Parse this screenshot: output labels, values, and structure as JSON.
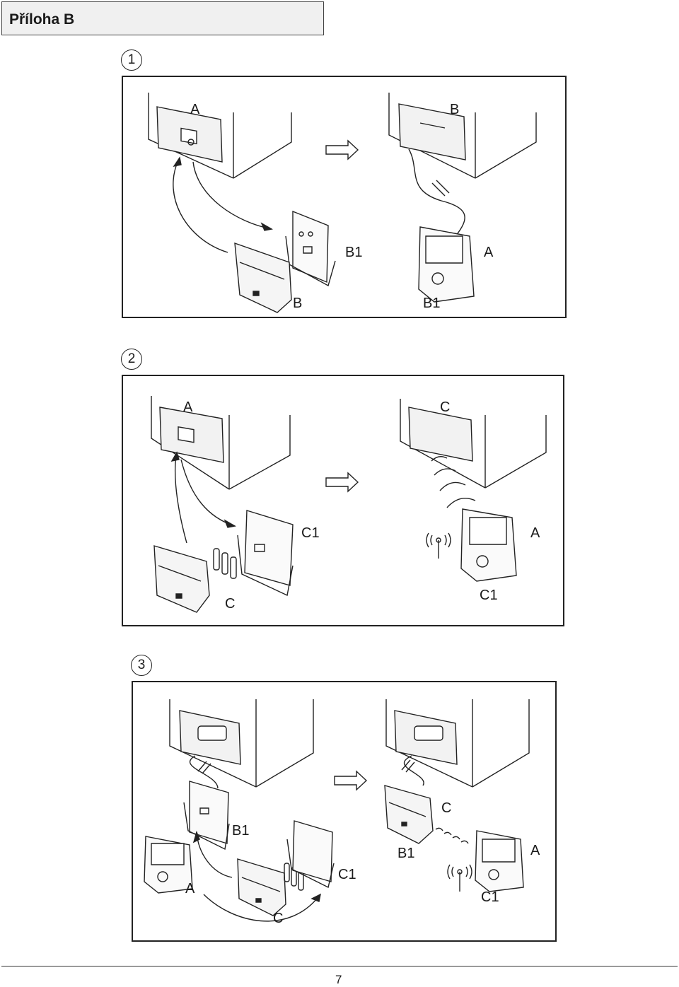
{
  "header": {
    "title": "Příloha B"
  },
  "steps": [
    {
      "number": "1",
      "labels": {
        "a_top": "A",
        "b_top": "B",
        "b1_mid": "B1",
        "a_mid": "A",
        "b_bottom": "B",
        "b1_bottom": "B1"
      }
    },
    {
      "number": "2",
      "labels": {
        "a_top": "A",
        "c_top": "C",
        "c1_mid": "C1",
        "a_mid": "A",
        "c_bottom": "C",
        "c1_bottom": "C1"
      }
    },
    {
      "number": "3",
      "labels": {
        "b1_left": "B1",
        "a_left": "A",
        "c_left": "C",
        "c1_left": "C1",
        "c_right": "C",
        "b1_right": "B1",
        "a_right": "A",
        "c1_right": "C1"
      }
    }
  ],
  "footer": {
    "page_number": "7"
  }
}
